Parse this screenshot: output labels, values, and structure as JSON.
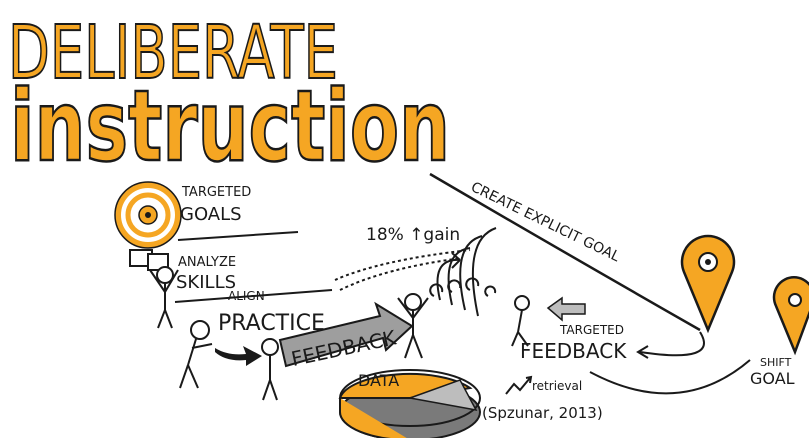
{
  "title": {
    "line1": "DELIBERATE",
    "line2": "instruction",
    "accent_color": "#F5A623",
    "outline_color": "#1a1a1a"
  },
  "labels": {
    "targeted_goals_1": "TARGETED",
    "targeted_goals_2": "GOALS",
    "analyze_skills_1": "ANALYZE",
    "analyze_skills_2": "SKILLS",
    "align_practice_1": "ALIGN",
    "align_practice_2": "PRACTICE",
    "feedback_arrow": "FEEDBACK",
    "gain": "18% ↑gain",
    "create_explicit_goal": "CREATE EXPLICIT GOAL",
    "targeted_feedback_1": "TARGETED",
    "targeted_feedback_2": "FEEDBACK",
    "shift_goal_1": "SHIFT",
    "shift_goal_2": "GOAL",
    "data": "DATA",
    "retrieval": "retrieval",
    "citation": "(Spzunar, 2013)"
  },
  "icons": {
    "target": "target-icon",
    "map_pin": "map-pin-icon",
    "pie": "pie-chart-icon",
    "person": "stick-figure-icon",
    "arrow": "arrow-icon"
  },
  "colors": {
    "orange": "#F5A623",
    "gray": "#9e9e9e",
    "ink": "#1a1a1a"
  }
}
